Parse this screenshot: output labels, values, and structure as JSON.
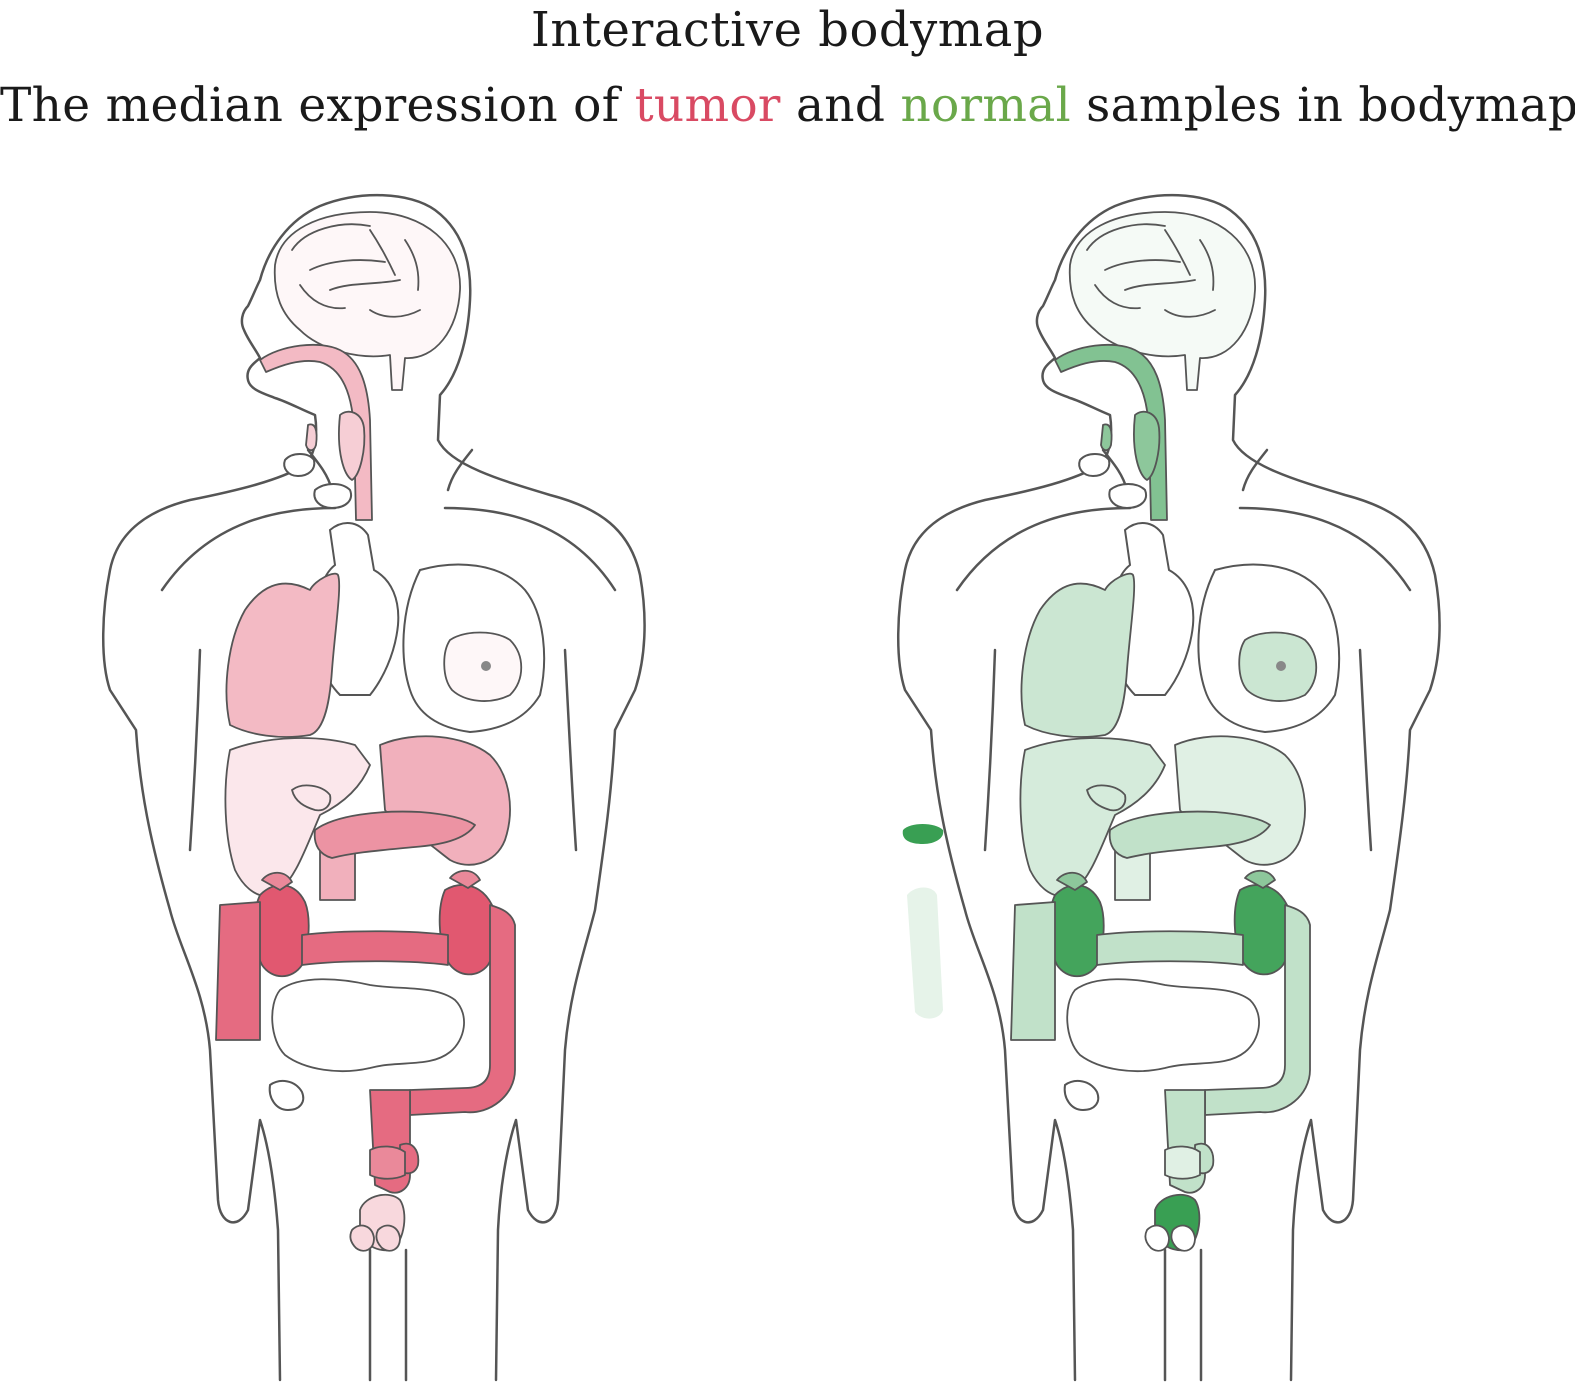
{
  "header": {
    "title": "Interactive bodymap",
    "subtitle_parts": {
      "prefix": "The median expression of ",
      "tumor": "tumor",
      "middle": " and ",
      "normal": "normal",
      "suffix": " samples in bodymap"
    }
  },
  "colors": {
    "tumor": "#d94a63",
    "normal": "#6aa84a",
    "outline": "#555555"
  },
  "figures": [
    {
      "id": "tumor",
      "base_color": "#dc3a57",
      "organs": {
        "brain": 0.04,
        "thyroid": 0.25,
        "esophagus": 0.35,
        "lung": 0.35,
        "breast": 0.04,
        "liver": 0.12,
        "gallbladder": 0.12,
        "stomach": 0.4,
        "pancreas": 0.55,
        "kidney": 0.85,
        "adrenal": 0.6,
        "colon": 0.75,
        "rectum": 0.75,
        "small_intestine": 0.0,
        "bladder": 0.6,
        "prostate": 0.2,
        "testis": 0.2,
        "arm_upper": 0.0,
        "arm_lower": 0.0
      }
    },
    {
      "id": "normal",
      "base_color": "#2f9a4a",
      "organs": {
        "brain": 0.05,
        "thyroid": 0.55,
        "esophagus": 0.6,
        "lung": 0.25,
        "breast": 0.25,
        "liver": 0.2,
        "gallbladder": 0.2,
        "stomach": 0.15,
        "pancreas": 0.3,
        "kidney": 0.9,
        "adrenal": 0.55,
        "colon": 0.3,
        "rectum": 0.3,
        "small_intestine": 0.0,
        "bladder": 0.15,
        "prostate": 0.95,
        "testis": 0.0,
        "arm_upper": 0.95,
        "arm_lower": 0.12
      }
    }
  ]
}
